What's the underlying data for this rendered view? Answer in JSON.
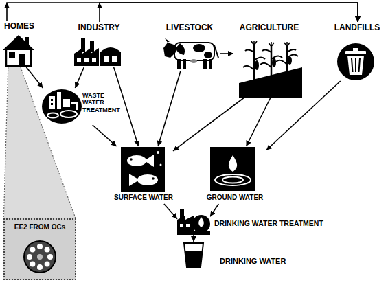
{
  "diagram": {
    "nodes": [
      {
        "text": [
          "HOMES"
        ]
      },
      {
        "text": [
          "INDUSTRY"
        ]
      },
      {
        "text": [
          "LIVESTOCK"
        ]
      },
      {
        "text": [
          "AGRICULTURE"
        ]
      },
      {
        "text": [
          "LANDFILLS"
        ]
      },
      {
        "text": [
          "WASTE WATER TREATMENT"
        ]
      },
      {
        "text": [
          "SURFACE WATER"
        ]
      },
      {
        "text": [
          "GROUND WATER"
        ]
      },
      {
        "text": [
          "DRINKING WATER TREATMENT"
        ]
      },
      {
        "text": [
          "EE2 FROM OCs"
        ]
      },
      {
        "text": [
          "DRINKING WATER"
        ]
      }
    ],
    "edges": [
      {
        "from": 0,
        "to": 4,
        "arrow": "to"
      },
      {
        "from": 1,
        "to": 4,
        "arrow": "to"
      },
      {
        "from": 0,
        "to": 9,
        "arrow": "none"
      },
      {
        "from": 0,
        "to": 5,
        "arrow": "to"
      },
      {
        "from": 1,
        "to": 5,
        "arrow": "to"
      },
      {
        "from": 1,
        "to": 6,
        "arrow": "to"
      },
      {
        "from": 2,
        "to": 6,
        "arrow": "to"
      },
      {
        "from": 2,
        "to": 3,
        "arrow": "to"
      },
      {
        "from": 3,
        "to": 6,
        "arrow": "to"
      },
      {
        "from": 3,
        "to": 7,
        "arrow": "to"
      },
      {
        "from": 4,
        "to": 7,
        "arrow": "to"
      },
      {
        "from": 5,
        "to": 6,
        "arrow": "to"
      },
      {
        "from": 6,
        "to": 8,
        "arrow": "to"
      },
      {
        "from": 7,
        "to": 8,
        "arrow": "to"
      },
      {
        "from": 8,
        "to": 10,
        "arrow": "to"
      }
    ]
  }
}
